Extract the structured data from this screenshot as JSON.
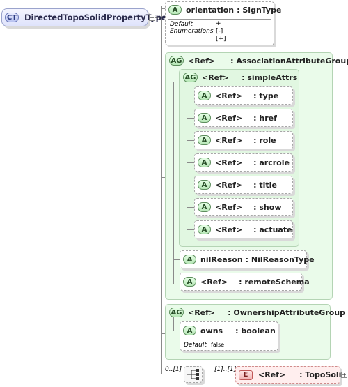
{
  "root": {
    "badge": "CT",
    "name": "DirectedTopoSolidPropertyType"
  },
  "orientation": {
    "badge": "A",
    "name": "orientation",
    "type": ": SignType",
    "facets": [
      {
        "label": "Default",
        "value": "+"
      },
      {
        "label": "Enumerations",
        "value": "[-]"
      },
      {
        "label": "",
        "value": "[+]"
      }
    ]
  },
  "association_group": {
    "badge": "AG",
    "ref": "<Ref>",
    "type": ": AssociationAttributeGroup",
    "simple_attrs": {
      "badge": "AG",
      "ref": "<Ref>",
      "type": ": simpleAttrs",
      "items": [
        {
          "badge": "A",
          "ref": "<Ref>",
          "type": ": type"
        },
        {
          "badge": "A",
          "ref": "<Ref>",
          "type": ": href"
        },
        {
          "badge": "A",
          "ref": "<Ref>",
          "type": ": role"
        },
        {
          "badge": "A",
          "ref": "<Ref>",
          "type": ": arcrole"
        },
        {
          "badge": "A",
          "ref": "<Ref>",
          "type": ": title"
        },
        {
          "badge": "A",
          "ref": "<Ref>",
          "type": ": show"
        },
        {
          "badge": "A",
          "ref": "<Ref>",
          "type": ": actuate"
        }
      ]
    },
    "nil_reason": {
      "badge": "A",
      "name": "nilReason",
      "type": ": NilReasonType"
    },
    "remote_schema": {
      "badge": "A",
      "ref": "<Ref>",
      "type": ": remoteSchema"
    }
  },
  "ownership_group": {
    "badge": "AG",
    "ref": "<Ref>",
    "type": ": OwnershipAttributeGroup",
    "owns": {
      "badge": "A",
      "name": "owns",
      "type": ": boolean",
      "default_label": "Default",
      "default_value": "false"
    }
  },
  "sequence": {
    "outer_cardinality": "0..[1]",
    "inner_cardinality": "[1]..[1]",
    "element": {
      "badge": "E",
      "ref": "<Ref>",
      "type": ": TopoSolid"
    }
  },
  "icons": {
    "collapse": "minus-box",
    "expand": "plus-box",
    "sequence": "sequence-compositor"
  }
}
